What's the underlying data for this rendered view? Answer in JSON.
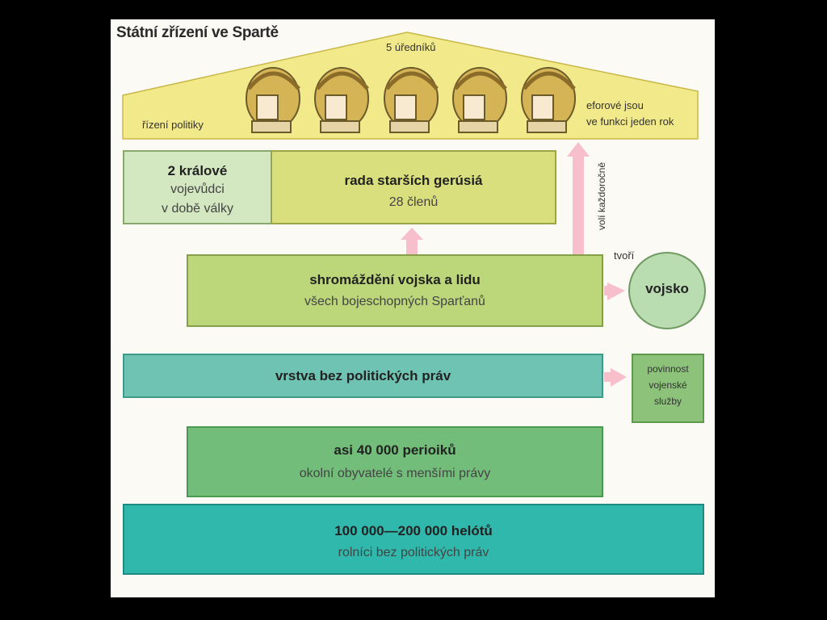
{
  "title": "Státní zřízení ve Spartě",
  "roof": {
    "top_label": "5 úředníků",
    "left_label": "řízení politiky",
    "right_label_1": "eforové jsou",
    "right_label_2": "ve funkci jeden rok"
  },
  "kings": {
    "line1": "2 králové",
    "line2": "vojevůdci",
    "line3": "v době války"
  },
  "gerusia": {
    "line1": "rada starších gerúsiá",
    "line2": "28 členů"
  },
  "arrow_vertical_label": "volí každoročně",
  "tvori_label": "tvoří",
  "assembly": {
    "line1": "shromáždění vojska a lidu",
    "line2": "všech bojeschopných Sparťanů"
  },
  "army": {
    "label": "vojsko"
  },
  "no_rights": {
    "line1": "vrstva bez politických práv"
  },
  "duty": {
    "line1": "povinnost",
    "line2": "vojenské",
    "line3": "služby"
  },
  "perioikoi": {
    "line1": "asi 40 000 perioiků",
    "line2": "okolní obyvatelé s menšími právy"
  },
  "helots": {
    "line1": "100 000—200 000 helótů",
    "line2": "rolníci bez politických práv"
  },
  "colors": {
    "roof": "#f2e98a",
    "kings_box": "#d3e7c0",
    "crown": "#f0b428",
    "gerusia": "#d8df7c",
    "assembly": "#bcd67a",
    "army": "#b9dcb0",
    "no_rights": "#6fc3b2",
    "duty": "#8cc27a",
    "perioikoi": "#72bd79",
    "helots": "#2fb8ab",
    "arrow": "#f6bfca"
  }
}
